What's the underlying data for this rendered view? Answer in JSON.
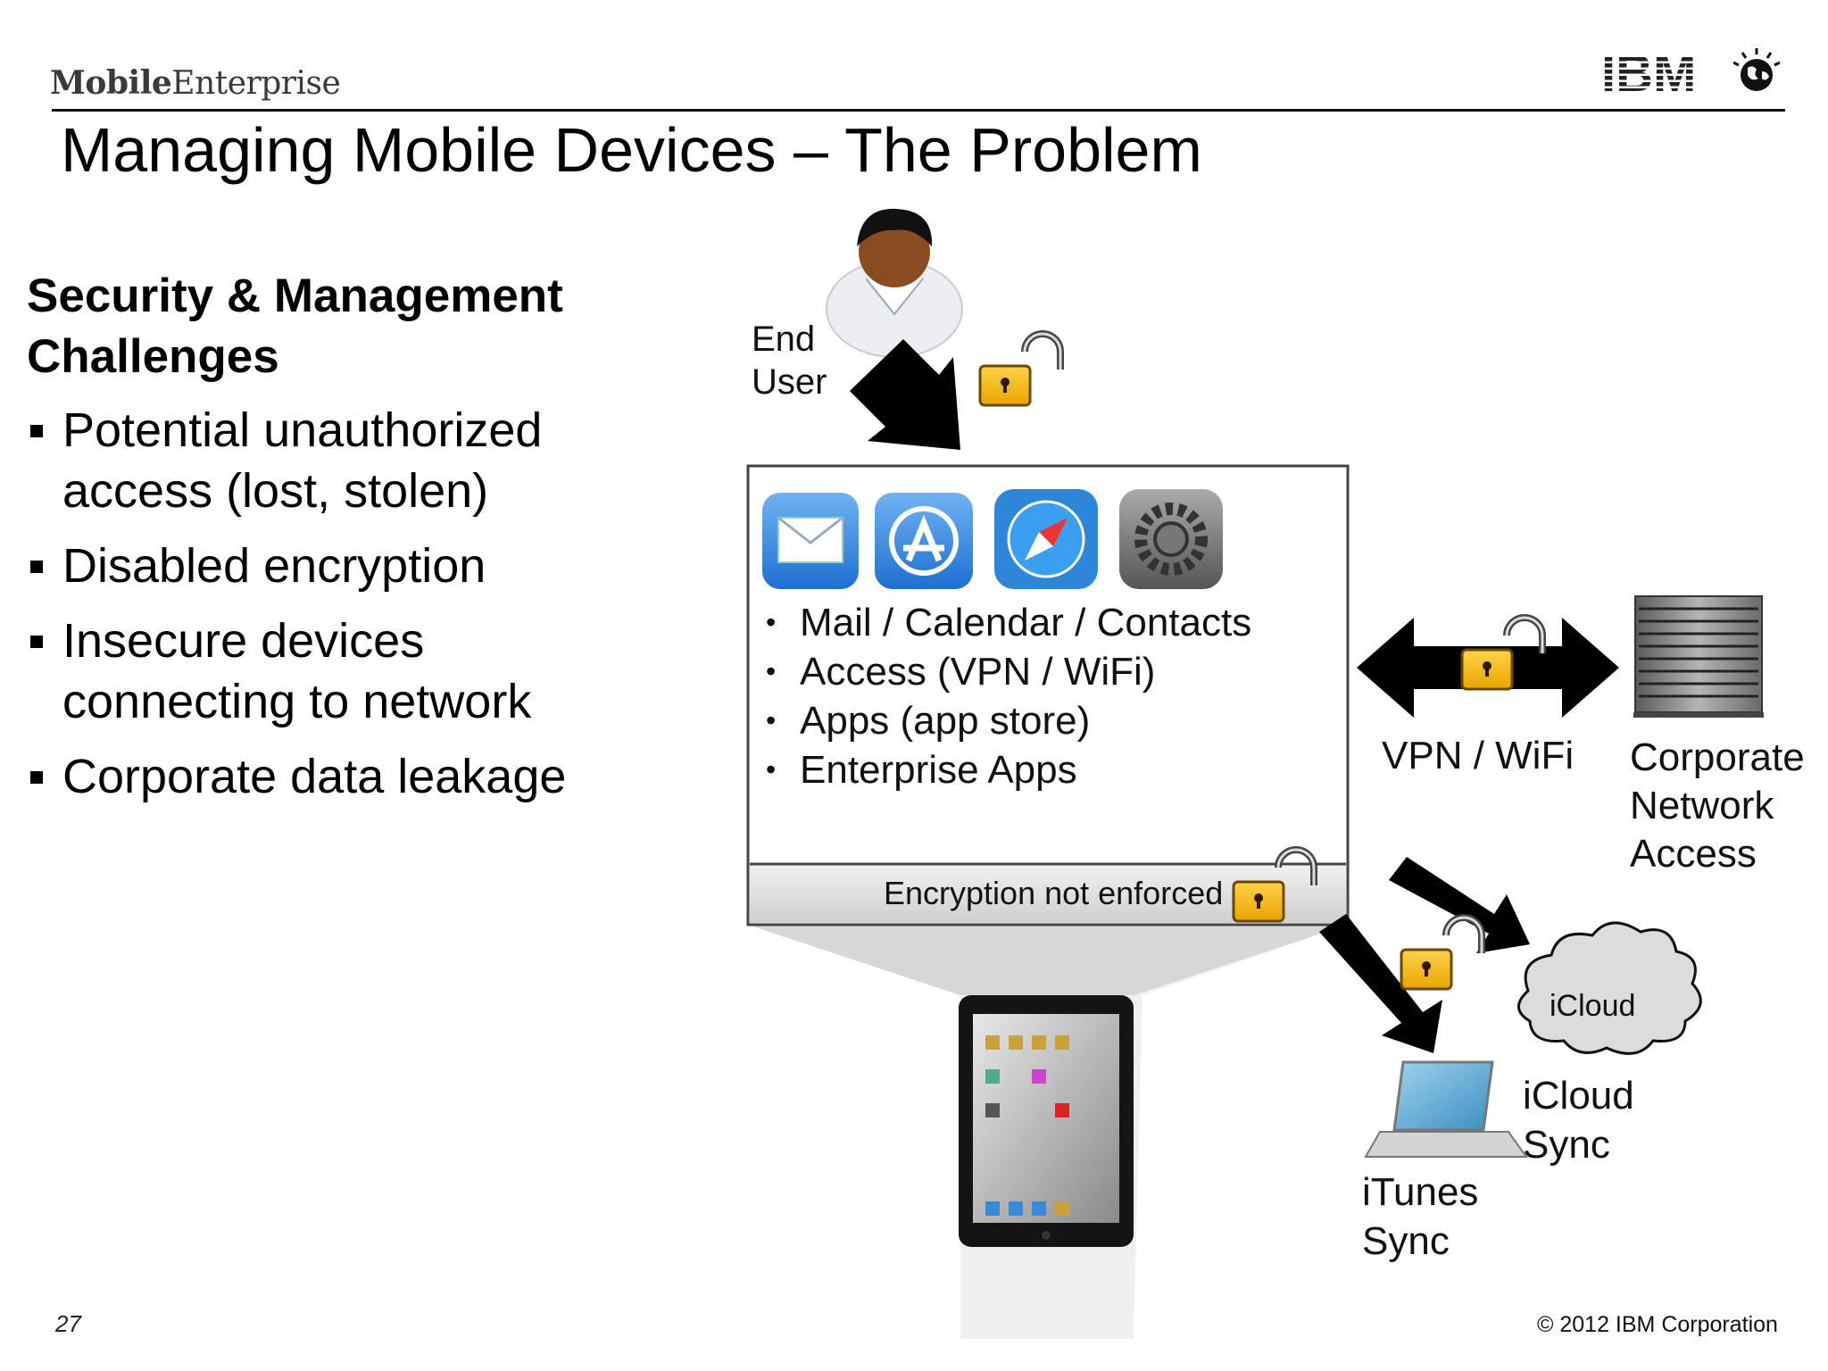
{
  "header": {
    "brand_bold": "Mobile",
    "brand_regular": "Enterprise",
    "logo_text": "IBM",
    "title": "Managing Mobile Devices – The Problem"
  },
  "left": {
    "heading_line1": "Security & Management",
    "heading_line2": "Challenges",
    "bullets": [
      "Potential unauthorized access (lost, stolen)",
      "Disabled encryption",
      "Insecure devices connecting to network",
      "Corporate data leakage"
    ]
  },
  "diagram": {
    "end_user_line1": "End",
    "end_user_line2": "User",
    "device_features": [
      "Mail / Calendar / Contacts",
      "Access (VPN / WiFi)",
      "Apps (app store)",
      "Enterprise Apps"
    ],
    "encryption_status": "Encryption not enforced",
    "vpn_label": "VPN / WiFi",
    "corporate_line1": "Corporate",
    "corporate_line2": "Network",
    "corporate_line3": "Access",
    "icloud_cloud": "iCloud",
    "icloud_sync_line1": "iCloud",
    "icloud_sync_line2": "Sync",
    "itunes_sync_line1": "iTunes",
    "itunes_sync_line2": "Sync",
    "icons": [
      "user-icon",
      "mail-icon",
      "app-store-icon",
      "safari-icon",
      "settings-icon",
      "padlock-icon",
      "server-icon",
      "cloud-icon",
      "laptop-icon",
      "ipad-icon"
    ],
    "colors": {
      "padlock": "#f3b71c",
      "panel_border": "#444444",
      "arrow": "#000000"
    }
  },
  "footer": {
    "page_number": "27",
    "copyright": "© 2012 IBM Corporation"
  }
}
